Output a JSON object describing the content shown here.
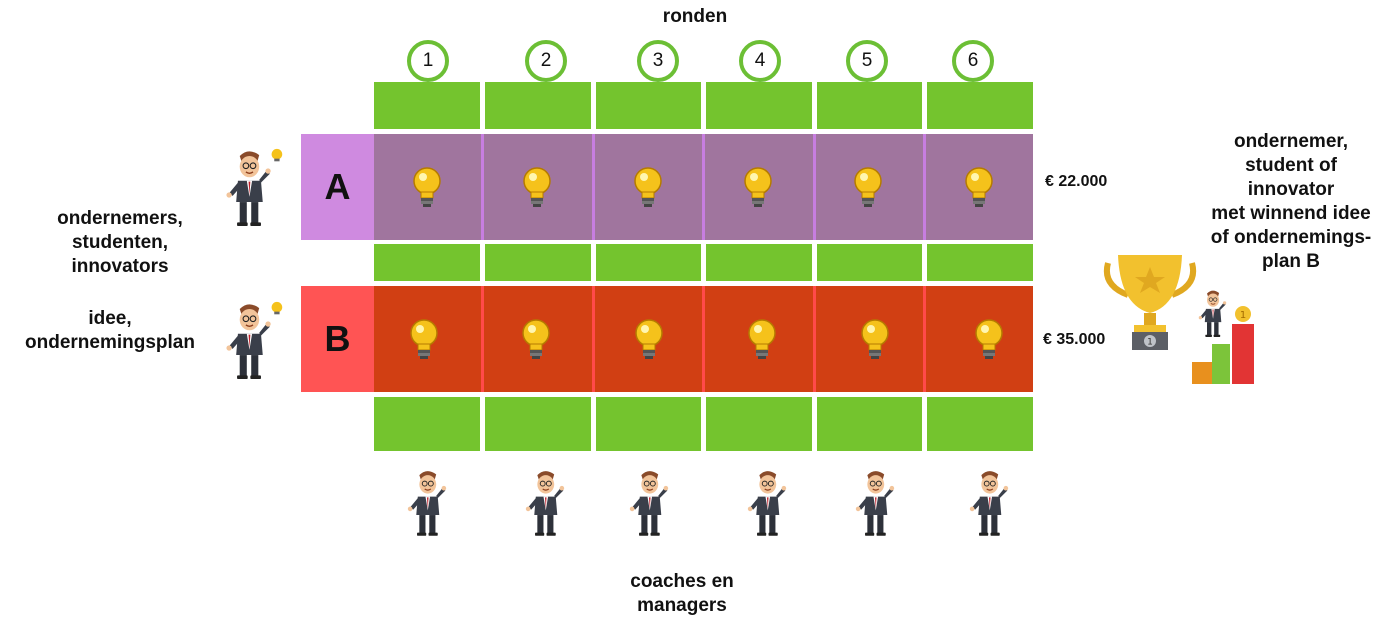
{
  "header": {
    "rounds_label": "ronden"
  },
  "rounds": [
    "1",
    "2",
    "3",
    "4",
    "5",
    "6"
  ],
  "rows": [
    {
      "letter": "A",
      "prize": "€ 22.000"
    },
    {
      "letter": "B",
      "prize": "€ 35.000"
    }
  ],
  "left_captions": {
    "participants": [
      "ondernemers,",
      "studenten,",
      "innovators"
    ],
    "idea": [
      "idee,",
      "ondernemingsplan"
    ]
  },
  "right_caption": [
    "ondernemer,",
    "student of",
    "innovator",
    "met winnend idee",
    "of ondernemings-",
    "plan B"
  ],
  "bottom_caption": [
    "coaches en",
    "managers"
  ],
  "icons": [
    "businessman-icon",
    "lightbulb-icon",
    "trophy-icon",
    "podium-icon"
  ],
  "colors": {
    "green": "#74c42e",
    "row_a_label": "#cf8ae0",
    "row_a_cells": "#a0759e",
    "row_b_label": "#ff5454",
    "row_b_cells": "#d13f13"
  }
}
